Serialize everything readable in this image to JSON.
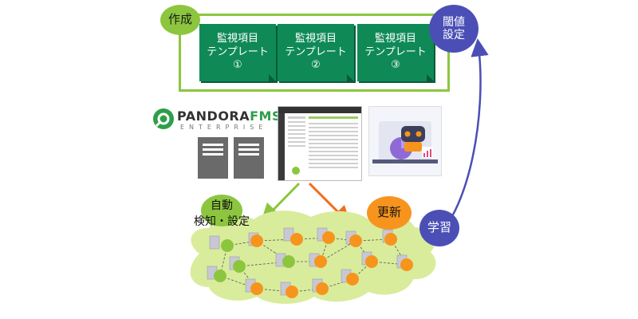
{
  "labels": {
    "create": "作成",
    "threshold_line1": "閾値",
    "threshold_line2": "設定",
    "auto_line1": "自動",
    "auto_line2": "検知・設定",
    "update": "更新",
    "learning": "学習"
  },
  "templates": [
    {
      "line1": "監視項目",
      "line2": "テンプレート",
      "line3": "①"
    },
    {
      "line1": "監視項目",
      "line2": "テンプレート",
      "line3": "②"
    },
    {
      "line1": "監視項目",
      "line2": "テンプレート",
      "line3": "③"
    }
  ],
  "logo": {
    "name_dark": "PANDORA",
    "name_green": "FMS",
    "edition": "ENTERPRISE"
  },
  "colors": {
    "green_template": "#0f8a57",
    "lime": "#8cc63f",
    "orange": "#f7941d",
    "purple": "#4b4fb5",
    "network_bg": "#d9ec9c"
  }
}
